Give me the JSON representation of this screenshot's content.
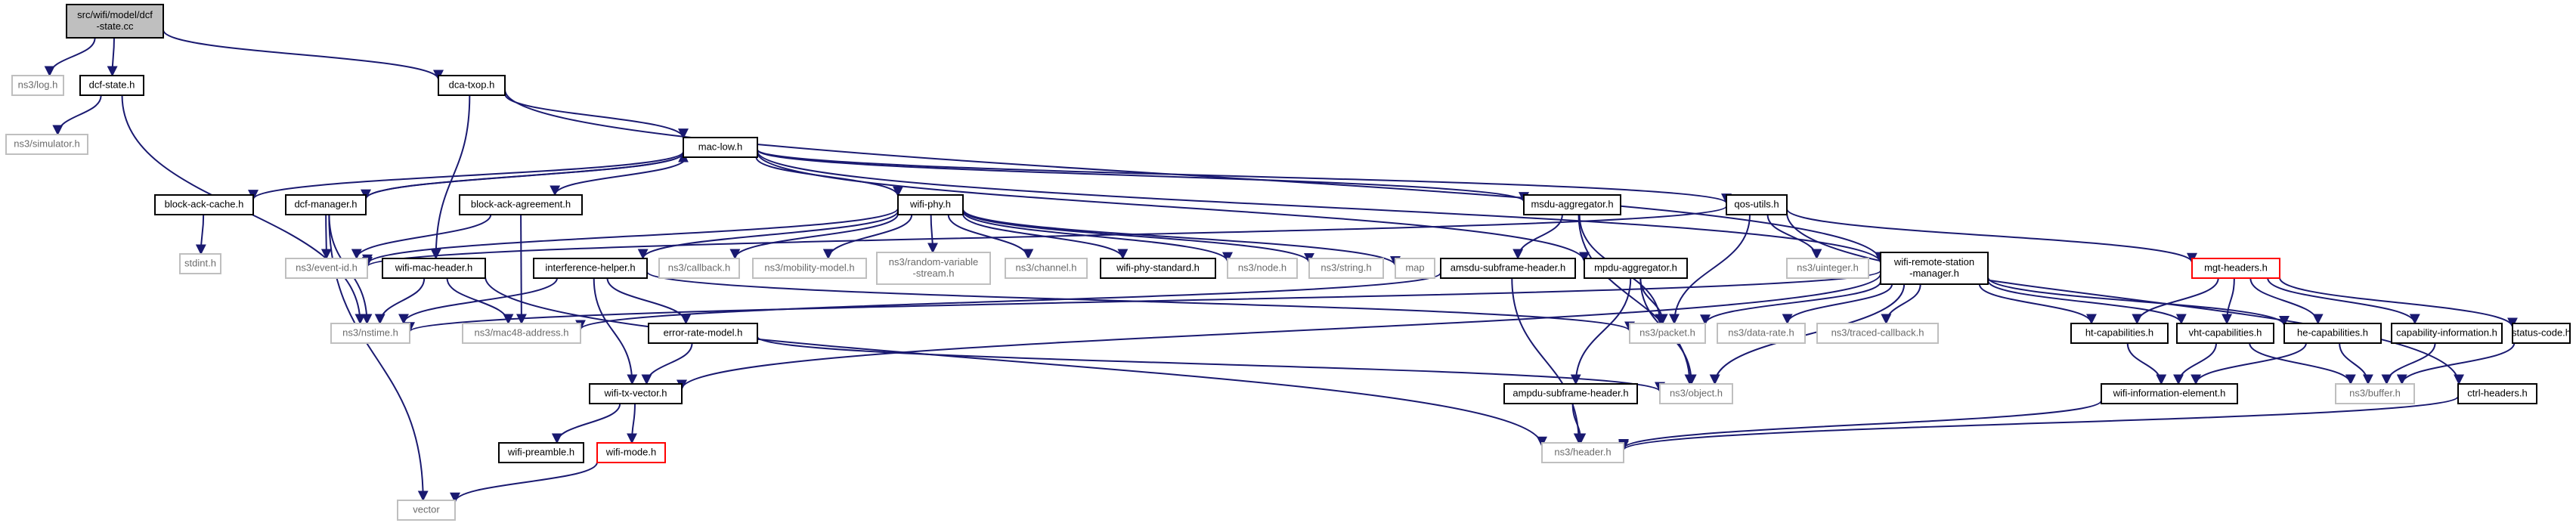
{
  "graph": {
    "colors": {
      "edge": "#191970",
      "node_border": "#000000",
      "external_border": "#bfbfbf",
      "external_text": "#6b6b6b",
      "missing_border": "#ff0000",
      "root_fill": "#bfbfbf",
      "text": "#000000"
    },
    "nodes": [
      {
        "id": "root",
        "label": [
          "src/wifi/model/dcf",
          "-state.cc"
        ],
        "kind": "root"
      },
      {
        "id": "log",
        "label": [
          "ns3/log.h"
        ],
        "kind": "external"
      },
      {
        "id": "dcfstate",
        "label": [
          "dcf-state.h"
        ],
        "kind": "internal"
      },
      {
        "id": "dcatxop",
        "label": [
          "dca-txop.h"
        ],
        "kind": "internal"
      },
      {
        "id": "simulator",
        "label": [
          "ns3/simulator.h"
        ],
        "kind": "external"
      },
      {
        "id": "maclow",
        "label": [
          "mac-low.h"
        ],
        "kind": "internal"
      },
      {
        "id": "blockackcache",
        "label": [
          "block-ack-cache.h"
        ],
        "kind": "internal"
      },
      {
        "id": "dcfmanager",
        "label": [
          "dcf-manager.h"
        ],
        "kind": "internal"
      },
      {
        "id": "blockackagreement",
        "label": [
          "block-ack-agreement.h"
        ],
        "kind": "internal"
      },
      {
        "id": "wifiphy",
        "label": [
          "wifi-phy.h"
        ],
        "kind": "internal"
      },
      {
        "id": "msduaggregator",
        "label": [
          "msdu-aggregator.h"
        ],
        "kind": "internal"
      },
      {
        "id": "qosutils",
        "label": [
          "qos-utils.h"
        ],
        "kind": "internal"
      },
      {
        "id": "stdint",
        "label": [
          "stdint.h"
        ],
        "kind": "external"
      },
      {
        "id": "eventid",
        "label": [
          "ns3/event-id.h"
        ],
        "kind": "external"
      },
      {
        "id": "wifimacheader",
        "label": [
          "wifi-mac-header.h"
        ],
        "kind": "internal"
      },
      {
        "id": "interferencehelper",
        "label": [
          "interference-helper.h"
        ],
        "kind": "internal"
      },
      {
        "id": "callback",
        "label": [
          "ns3/callback.h"
        ],
        "kind": "external"
      },
      {
        "id": "mobilitymodel",
        "label": [
          "ns3/mobility-model.h"
        ],
        "kind": "external"
      },
      {
        "id": "randomvariable",
        "label": [
          "ns3/random-variable",
          "-stream.h"
        ],
        "kind": "external"
      },
      {
        "id": "channel",
        "label": [
          "ns3/channel.h"
        ],
        "kind": "external"
      },
      {
        "id": "wifiphystandard",
        "label": [
          "wifi-phy-standard.h"
        ],
        "kind": "internal"
      },
      {
        "id": "node",
        "label": [
          "ns3/node.h"
        ],
        "kind": "external"
      },
      {
        "id": "string",
        "label": [
          "ns3/string.h"
        ],
        "kind": "external"
      },
      {
        "id": "map",
        "label": [
          "map"
        ],
        "kind": "external"
      },
      {
        "id": "amsdusubframeheader",
        "label": [
          "amsdu-subframe-header.h"
        ],
        "kind": "internal"
      },
      {
        "id": "mpduaggregator",
        "label": [
          "mpdu-aggregator.h"
        ],
        "kind": "internal"
      },
      {
        "id": "uinteger",
        "label": [
          "ns3/uinteger.h"
        ],
        "kind": "external"
      },
      {
        "id": "wifiremote",
        "label": [
          "wifi-remote-station",
          "-manager.h"
        ],
        "kind": "internal"
      },
      {
        "id": "mgtheaders",
        "label": [
          "mgt-headers.h"
        ],
        "kind": "missing"
      },
      {
        "id": "nstime",
        "label": [
          "ns3/nstime.h"
        ],
        "kind": "external"
      },
      {
        "id": "mac48address",
        "label": [
          "ns3/mac48-address.h"
        ],
        "kind": "external"
      },
      {
        "id": "errorratemodel",
        "label": [
          "error-rate-model.h"
        ],
        "kind": "internal"
      },
      {
        "id": "packet",
        "label": [
          "ns3/packet.h"
        ],
        "kind": "external"
      },
      {
        "id": "datarate",
        "label": [
          "ns3/data-rate.h"
        ],
        "kind": "external"
      },
      {
        "id": "tracedcallback",
        "label": [
          "ns3/traced-callback.h"
        ],
        "kind": "external"
      },
      {
        "id": "htcap",
        "label": [
          "ht-capabilities.h"
        ],
        "kind": "internal"
      },
      {
        "id": "vhtcap",
        "label": [
          "vht-capabilities.h"
        ],
        "kind": "internal"
      },
      {
        "id": "hecap",
        "label": [
          "he-capabilities.h"
        ],
        "kind": "internal"
      },
      {
        "id": "capinfo",
        "label": [
          "capability-information.h"
        ],
        "kind": "internal"
      },
      {
        "id": "statuscode",
        "label": [
          "status-code.h"
        ],
        "kind": "internal"
      },
      {
        "id": "wifitxvector",
        "label": [
          "wifi-tx-vector.h"
        ],
        "kind": "internal"
      },
      {
        "id": "object",
        "label": [
          "ns3/object.h"
        ],
        "kind": "external"
      },
      {
        "id": "ampdusubframeheader",
        "label": [
          "ampdu-subframe-header.h"
        ],
        "kind": "internal"
      },
      {
        "id": "wifiinfoelement",
        "label": [
          "wifi-information-element.h"
        ],
        "kind": "internal"
      },
      {
        "id": "buffer",
        "label": [
          "ns3/buffer.h"
        ],
        "kind": "external"
      },
      {
        "id": "ctrlheaders",
        "label": [
          "ctrl-headers.h"
        ],
        "kind": "internal"
      },
      {
        "id": "wifipreamble",
        "label": [
          "wifi-preamble.h"
        ],
        "kind": "internal"
      },
      {
        "id": "wifimode",
        "label": [
          "wifi-mode.h"
        ],
        "kind": "missing"
      },
      {
        "id": "header",
        "label": [
          "ns3/header.h"
        ],
        "kind": "external"
      },
      {
        "id": "vector",
        "label": [
          "vector"
        ],
        "kind": "external"
      }
    ],
    "edges": [
      [
        "root",
        "log"
      ],
      [
        "root",
        "dcfstate"
      ],
      [
        "root",
        "dcatxop"
      ],
      [
        "dcfstate",
        "simulator"
      ],
      [
        "dcfstate",
        "nstime"
      ],
      [
        "dcatxop",
        "maclow"
      ],
      [
        "dcatxop",
        "wifimacheader"
      ],
      [
        "dcatxop",
        "wifiremote"
      ],
      [
        "maclow",
        "blockackcache"
      ],
      [
        "maclow",
        "dcfmanager"
      ],
      [
        "maclow",
        "blockackagreement"
      ],
      [
        "maclow",
        "wifiphy"
      ],
      [
        "maclow",
        "msduaggregator"
      ],
      [
        "maclow",
        "qosutils"
      ],
      [
        "maclow",
        "mpduaggregator"
      ],
      [
        "maclow",
        "wifiremote"
      ],
      [
        "dcfmanager",
        "maclow"
      ],
      [
        "dcfmanager",
        "eventid"
      ],
      [
        "dcfmanager",
        "nstime"
      ],
      [
        "dcfmanager",
        "vector"
      ],
      [
        "blockackcache",
        "stdint"
      ],
      [
        "blockackagreement",
        "eventid"
      ],
      [
        "blockackagreement",
        "mac48address"
      ],
      [
        "wifiphy",
        "eventid"
      ],
      [
        "wifiphy",
        "interferencehelper"
      ],
      [
        "wifiphy",
        "callback"
      ],
      [
        "wifiphy",
        "mobilitymodel"
      ],
      [
        "wifiphy",
        "randomvariable"
      ],
      [
        "wifiphy",
        "channel"
      ],
      [
        "wifiphy",
        "wifiphystandard"
      ],
      [
        "wifiphy",
        "node"
      ],
      [
        "wifiphy",
        "string"
      ],
      [
        "wifiphy",
        "map"
      ],
      [
        "msduaggregator",
        "amsdusubframeheader"
      ],
      [
        "msduaggregator",
        "packet"
      ],
      [
        "msduaggregator",
        "object"
      ],
      [
        "qosutils",
        "eventid"
      ],
      [
        "qosutils",
        "uinteger"
      ],
      [
        "qosutils",
        "packet"
      ],
      [
        "qosutils",
        "mgtheaders"
      ],
      [
        "qosutils",
        "ctrlheaders"
      ],
      [
        "wifimacheader",
        "nstime"
      ],
      [
        "wifimacheader",
        "mac48address"
      ],
      [
        "wifimacheader",
        "header"
      ],
      [
        "interferencehelper",
        "nstime"
      ],
      [
        "interferencehelper",
        "errorratemodel"
      ],
      [
        "interferencehelper",
        "wifitxvector"
      ],
      [
        "interferencehelper",
        "packet"
      ],
      [
        "amsdusubframeheader",
        "mac48address"
      ],
      [
        "amsdusubframeheader",
        "header"
      ],
      [
        "mpduaggregator",
        "packet"
      ],
      [
        "mpduaggregator",
        "ampdusubframeheader"
      ],
      [
        "mpduaggregator",
        "object"
      ],
      [
        "wifiremote",
        "nstime"
      ],
      [
        "wifiremote",
        "packet"
      ],
      [
        "wifiremote",
        "datarate"
      ],
      [
        "wifiremote",
        "tracedcallback"
      ],
      [
        "wifiremote",
        "object"
      ],
      [
        "wifiremote",
        "htcap"
      ],
      [
        "wifiremote",
        "vhtcap"
      ],
      [
        "wifiremote",
        "hecap"
      ],
      [
        "wifiremote",
        "wifitxvector"
      ],
      [
        "mgtheaders",
        "htcap"
      ],
      [
        "mgtheaders",
        "vhtcap"
      ],
      [
        "mgtheaders",
        "hecap"
      ],
      [
        "mgtheaders",
        "capinfo"
      ],
      [
        "mgtheaders",
        "statuscode"
      ],
      [
        "errorratemodel",
        "wifitxvector"
      ],
      [
        "errorratemodel",
        "object"
      ],
      [
        "htcap",
        "wifiinfoelement"
      ],
      [
        "vhtcap",
        "wifiinfoelement"
      ],
      [
        "vhtcap",
        "buffer"
      ],
      [
        "hecap",
        "wifiinfoelement"
      ],
      [
        "hecap",
        "buffer"
      ],
      [
        "capinfo",
        "buffer"
      ],
      [
        "statuscode",
        "buffer"
      ],
      [
        "wifitxvector",
        "wifipreamble"
      ],
      [
        "wifitxvector",
        "wifimode"
      ],
      [
        "ampdusubframeheader",
        "header"
      ],
      [
        "wifiinfoelement",
        "header"
      ],
      [
        "ctrlheaders",
        "header"
      ],
      [
        "wifimode",
        "vector"
      ]
    ]
  }
}
